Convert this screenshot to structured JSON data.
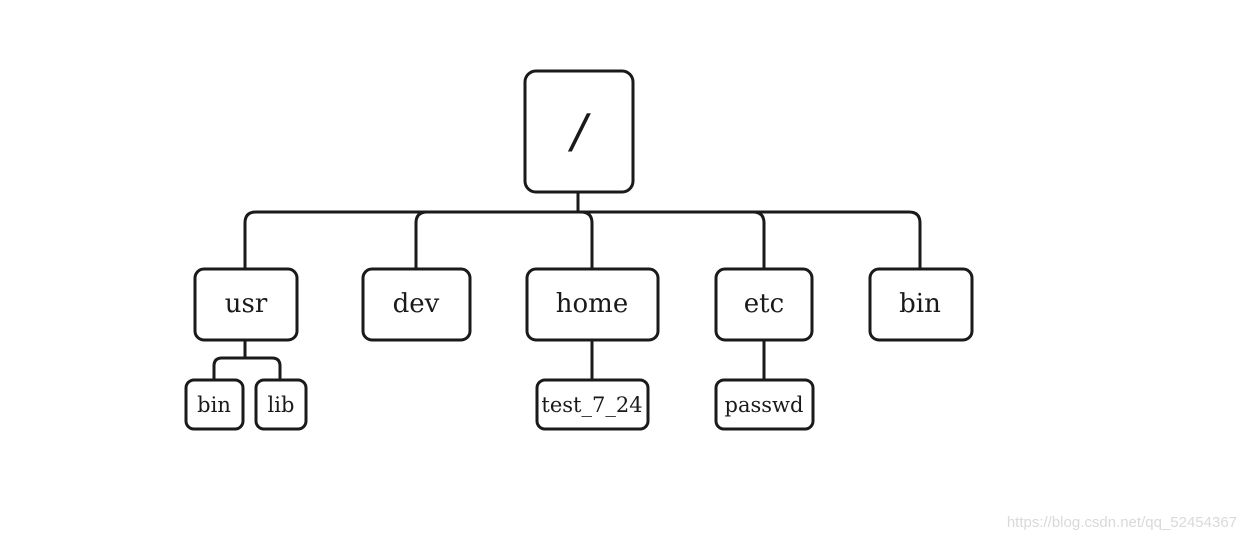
{
  "colors": {
    "root_label": "#3b48a6",
    "stroke": "#1a1a1a",
    "watermark": "#d9d9d9"
  },
  "tree": {
    "root": {
      "label": "/"
    },
    "children": [
      {
        "id": "usr",
        "label": "usr",
        "children": [
          {
            "id": "usr-bin",
            "label": "bin"
          },
          {
            "id": "usr-lib",
            "label": "lib"
          }
        ]
      },
      {
        "id": "dev",
        "label": "dev",
        "children": []
      },
      {
        "id": "home",
        "label": "home",
        "children": [
          {
            "id": "home-test",
            "label": "test_7_24"
          }
        ]
      },
      {
        "id": "etc",
        "label": "etc",
        "children": [
          {
            "id": "etc-passwd",
            "label": "passwd"
          }
        ]
      },
      {
        "id": "bin",
        "label": "bin",
        "children": []
      }
    ]
  },
  "watermark": "https://blog.csdn.net/qq_52454367"
}
